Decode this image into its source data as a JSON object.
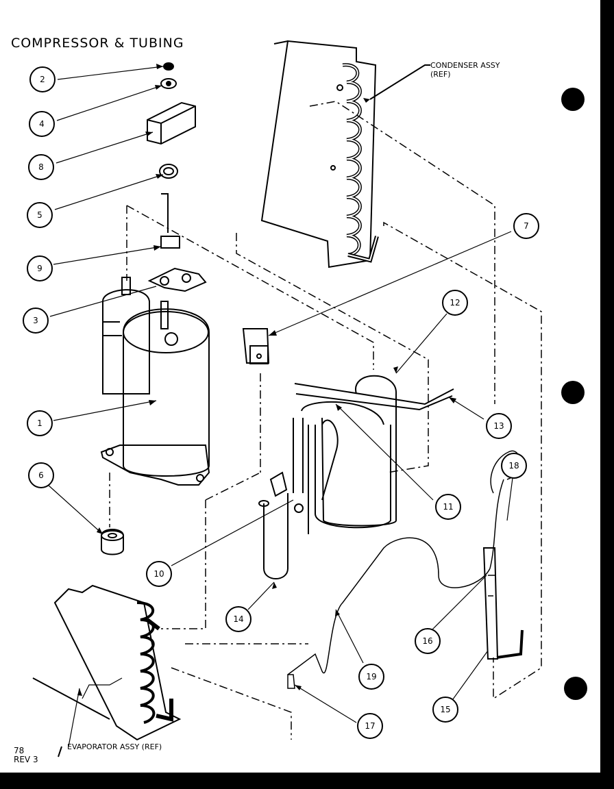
{
  "title": "COMPRESSOR & TUBING",
  "labels": {
    "condenser": "CONDENSER ASSY",
    "condenser_ref": "(REF)",
    "evaporator": "EVAPORATOR ASSY (REF)"
  },
  "footer": {
    "page": "78",
    "revision": "REV 3"
  },
  "callouts": [
    "2",
    "4",
    "8",
    "5",
    "9",
    "3",
    "1",
    "6",
    "7",
    "12",
    "13",
    "11",
    "18",
    "10",
    "14",
    "16",
    "19",
    "15",
    "17"
  ]
}
